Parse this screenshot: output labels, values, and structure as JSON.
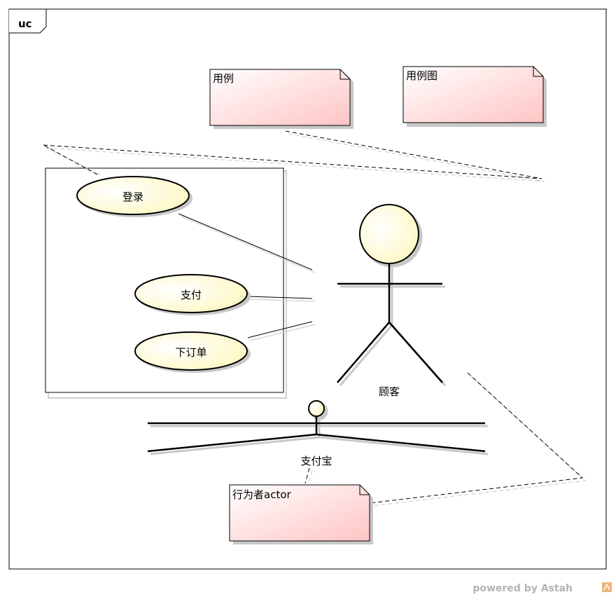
{
  "frame": {
    "tab_label": "uc"
  },
  "notes": {
    "use_case_note": "用例",
    "diagram_note": "用例图",
    "actor_note": "行为者actor"
  },
  "use_cases": {
    "login": "登录",
    "pay": "支付",
    "place_order": "下订单"
  },
  "actors": {
    "customer": "顾客",
    "alipay": "支付宝"
  },
  "watermark": "powered by Astah",
  "colors": {
    "note_fill_dark": "#ffcccc",
    "note_fill_light": "#ffffff",
    "usecase_fill": "#ffffcc",
    "actor_fill": "#ffffcc",
    "stroke": "#000000",
    "shadow": "#c8c8c8",
    "watermark": "#b4b4b4"
  }
}
